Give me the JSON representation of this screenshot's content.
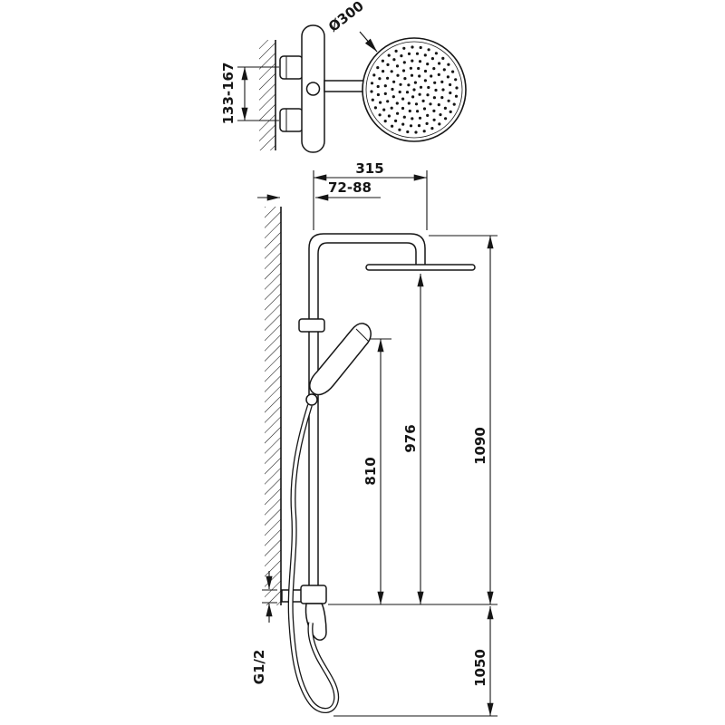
{
  "labels": {
    "head_diameter": "Ø300",
    "mixer_offset": "133-167",
    "head_reach": "315",
    "wall_clearance": "72-88",
    "handset_height": "810",
    "head_underside_height": "976",
    "column_height": "1090",
    "hose_length": "1050",
    "thread_size": "G1/2"
  }
}
